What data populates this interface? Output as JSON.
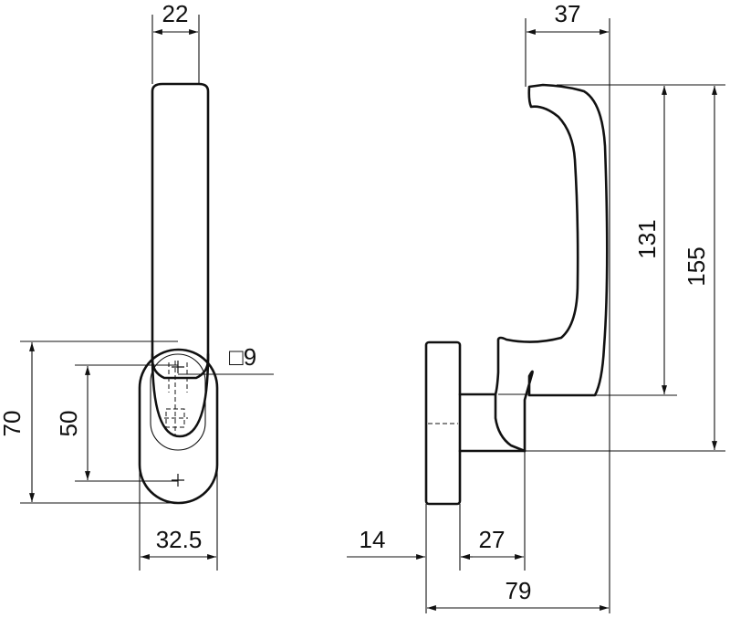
{
  "drawing": {
    "line_color": "#111111",
    "background": "#ffffff",
    "front_view": {
      "width_top": "22",
      "width_base": "32.5",
      "height_overall": "70",
      "hole_spacing": "50",
      "square_spindle": "□9"
    },
    "side_view": {
      "depth_top": "37",
      "height_lever": "131",
      "height_overall": "155",
      "rose_thickness": "14",
      "neck_length": "27",
      "depth_overall": "79"
    }
  }
}
